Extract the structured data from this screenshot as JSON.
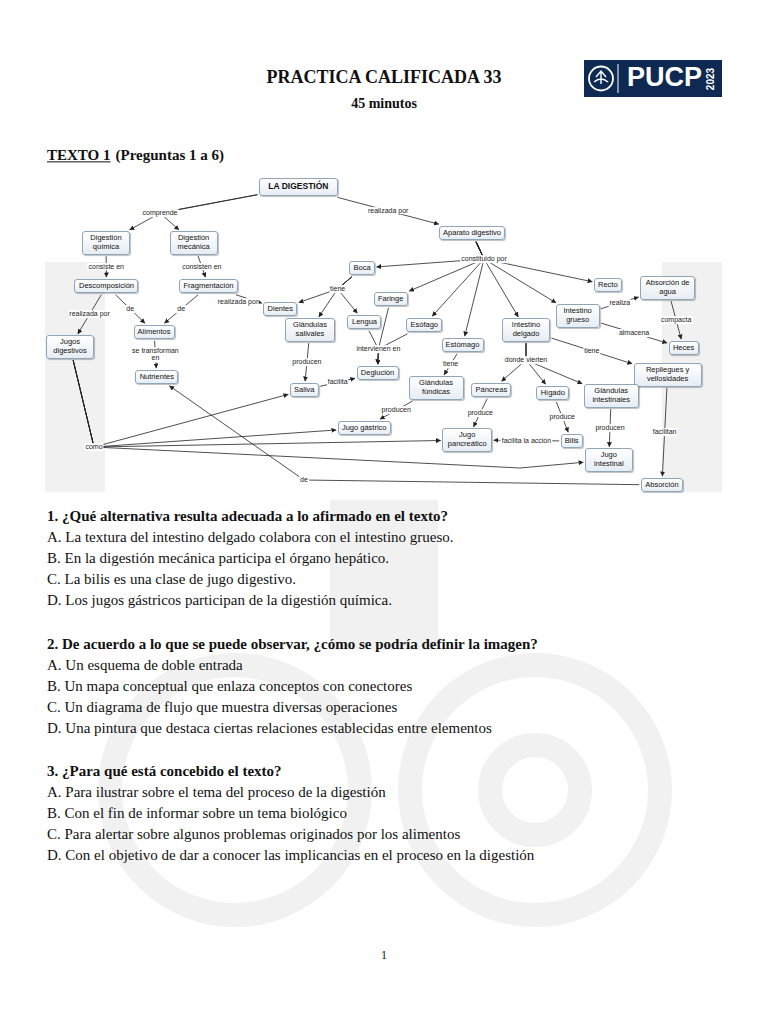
{
  "diagram": {
    "title": "PRACTICA CALIFICADA 33",
    "nodes": [
      {
        "text": [
          "LA DIGESTIÓN"
        ]
      },
      {
        "text": [
          "Digestión química"
        ]
      },
      {
        "text": [
          "Digestión mecánica"
        ]
      },
      {
        "text": [
          "Aparato digestivo"
        ]
      },
      {
        "text": [
          "Descomposición"
        ]
      },
      {
        "text": [
          "Fragmentación"
        ]
      },
      {
        "text": [
          "Boca"
        ]
      },
      {
        "text": [
          "Recto"
        ]
      },
      {
        "text": [
          "Absorción de agua"
        ]
      },
      {
        "text": [
          "Jugos digestivos"
        ]
      },
      {
        "text": [
          "Alimentos"
        ]
      },
      {
        "text": [
          "Dientes"
        ]
      },
      {
        "text": [
          "Faringe"
        ]
      },
      {
        "text": [
          "Intestino grueso"
        ]
      },
      {
        "text": [
          "Glándulas salivales"
        ]
      },
      {
        "text": [
          "Lengua"
        ]
      },
      {
        "text": [
          "Esófago"
        ]
      },
      {
        "text": [
          "Intestino delgado"
        ]
      },
      {
        "text": [
          "Heces"
        ]
      },
      {
        "text": [
          "Estómago"
        ]
      },
      {
        "text": [
          "Nutrientes"
        ]
      },
      {
        "text": [
          "Deglución"
        ]
      },
      {
        "text": [
          "Repliegues y vellosidades"
        ]
      },
      {
        "text": [
          "Glándulas fúndicas"
        ]
      },
      {
        "text": [
          "Páncreas"
        ]
      },
      {
        "text": [
          "Hígado"
        ]
      },
      {
        "text": [
          "Glándulas intestinales"
        ]
      },
      {
        "text": [
          "Saliva"
        ]
      },
      {
        "text": [
          "Jugo gástrico"
        ]
      },
      {
        "text": [
          "Jugo pancreático"
        ]
      },
      {
        "text": [
          "Bilis"
        ]
      },
      {
        "text": [
          "Jugo intestinal"
        ]
      },
      {
        "text": [
          "Absorción"
        ]
      }
    ],
    "edges": [
      {
        "from": 0,
        "to": 1,
        "label": "comprende",
        "arrow": "to"
      },
      {
        "from": 0,
        "to": 2,
        "arrow": "to"
      },
      {
        "from": 0,
        "to": 3,
        "label": "realizada por",
        "arrow": "to"
      },
      {
        "from": 1,
        "to": 4,
        "label": "consiste en",
        "arrow": "to"
      },
      {
        "from": 2,
        "to": 5,
        "label": "consisten en",
        "arrow": "to"
      },
      {
        "from": 4,
        "to": 10,
        "label": "de",
        "arrow": "to"
      },
      {
        "from": 5,
        "to": 10,
        "label": "de",
        "arrow": "to"
      },
      {
        "from": 4,
        "to": 9,
        "label": "realizada por",
        "arrow": "to"
      },
      {
        "from": 10,
        "to": 20,
        "label": "se transforman en",
        "arrow": "to"
      },
      {
        "from": 3,
        "to": 6,
        "label": "constituido por",
        "arrow": "to"
      },
      {
        "from": 3,
        "to": 12,
        "arrow": "to"
      },
      {
        "from": 3,
        "to": 16,
        "arrow": "to"
      },
      {
        "from": 3,
        "to": 19,
        "arrow": "to"
      },
      {
        "from": 3,
        "to": 17,
        "arrow": "to"
      },
      {
        "from": 3,
        "to": 13,
        "arrow": "to"
      },
      {
        "from": 3,
        "to": 7,
        "arrow": "to"
      },
      {
        "from": 5,
        "to": 11,
        "label": "realizada por",
        "arrow": "to"
      },
      {
        "from": 6,
        "to": 11,
        "label": "tiene",
        "arrow": "to"
      },
      {
        "from": 6,
        "to": 14,
        "arrow": "to"
      },
      {
        "from": 6,
        "to": 15,
        "arrow": "to"
      },
      {
        "from": 14,
        "to": 27,
        "label": "producen",
        "arrow": "to"
      },
      {
        "from": 15,
        "to": 21,
        "label": "intervienen en",
        "arrow": "to"
      },
      {
        "from": 12,
        "to": 21,
        "arrow": "to"
      },
      {
        "from": 16,
        "to": 21,
        "arrow": "to"
      },
      {
        "from": 27,
        "to": 21,
        "label": "facilita",
        "arrow": "to"
      },
      {
        "from": 19,
        "to": 23,
        "label": "tiene",
        "arrow": "to"
      },
      {
        "from": 23,
        "to": 28,
        "label": "producen",
        "arrow": "to"
      },
      {
        "from": 17,
        "to": 24,
        "label": "donde vierten",
        "arrow": "to"
      },
      {
        "from": 17,
        "to": 25,
        "arrow": "to"
      },
      {
        "from": 17,
        "to": 26,
        "arrow": "to"
      },
      {
        "from": 24,
        "to": 29,
        "label": "produce",
        "arrow": "to"
      },
      {
        "from": 25,
        "to": 30,
        "label": "produce",
        "arrow": "to"
      },
      {
        "from": 26,
        "to": 31,
        "label": "producen",
        "arrow": "to"
      },
      {
        "from": 30,
        "to": 29,
        "label": "facilita la acción",
        "arrow": "to"
      },
      {
        "from": 9,
        "to": 27,
        "label": "como",
        "arrow": "to"
      },
      {
        "from": 9,
        "to": 28,
        "arrow": "to"
      },
      {
        "from": 9,
        "to": 29,
        "arrow": "to"
      },
      {
        "from": 9,
        "to": 31,
        "arrow": "to"
      },
      {
        "from": 17,
        "to": 22,
        "label": "tiene",
        "arrow": "to"
      },
      {
        "from": 22,
        "to": 32,
        "label": "facilitan",
        "arrow": "to"
      },
      {
        "from": 13,
        "to": 8,
        "label": "realiza",
        "arrow": "to"
      },
      {
        "from": 13,
        "to": 18,
        "label": "almacena",
        "arrow": "to"
      },
      {
        "from": 8,
        "to": 18,
        "label": "compacta",
        "arrow": "to"
      },
      {
        "from": 32,
        "to": 20,
        "label": "de",
        "arrow": "to"
      }
    ],
    "labels": [
      "PUCP",
      "2023",
      "TEXTO 1",
      "(Preguntas 1 a 6)",
      "1. ¿Qué alternativa resulta adecuada a lo afirmado en el texto?",
      "A. La textura del intestino delgado colabora con el intestino grueso.",
      "B. En la digestión mecánica participa el órgano hepático.",
      "C. La bilis es una clase de jugo digestivo.",
      "D. Los jugos gástricos participan de la digestión química.",
      "2. De acuerdo a lo que se puede observar, ¿cómo se podría definir la imagen?",
      "A. Un esquema de doble entrada",
      "B. Un mapa conceptual que enlaza conceptos con conectores",
      "C. Un diagrama de flujo que muestra diversas operaciones",
      "D. Una pintura que destaca ciertas relaciones establecidas entre elementos",
      "3. ¿Para qué está concebido el texto?",
      "A. Para ilustrar sobre el tema del proceso de la digestión",
      "B. Con el fin de informar sobre un tema biológico",
      "C. Para alertar sobre algunos problemas originados por los alimentos",
      "D. Con el objetivo de dar a conocer las implicancias en el proceso en la digestión",
      "45 minutos",
      "1"
    ]
  }
}
